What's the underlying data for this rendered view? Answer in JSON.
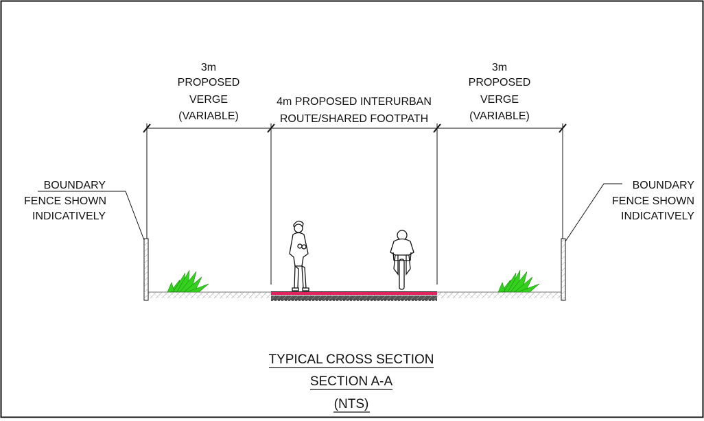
{
  "dimensions": {
    "left_verge": [
      "3m",
      "PROPOSED",
      "VERGE",
      "(VARIABLE)"
    ],
    "path": [
      "4m PROPOSED INTERURBAN",
      "ROUTE/SHARED FOOTPATH"
    ],
    "right_verge": [
      "3m",
      "PROPOSED",
      "VERGE",
      "(VARIABLE)"
    ]
  },
  "callouts": {
    "left_fence": [
      "BOUNDARY",
      "FENCE SHOWN",
      "INDICATIVELY"
    ],
    "right_fence": [
      "BOUNDARY",
      "FENCE SHOWN",
      "INDICATIVELY"
    ]
  },
  "title": {
    "line1": "TYPICAL CROSS SECTION",
    "line2": "SECTION A-A",
    "line3": "(NTS)"
  },
  "colors": {
    "line": "#111111",
    "path_surface": "#e0245e",
    "grass": "#35d11f",
    "ground_hatch": "#9a9a9a"
  }
}
